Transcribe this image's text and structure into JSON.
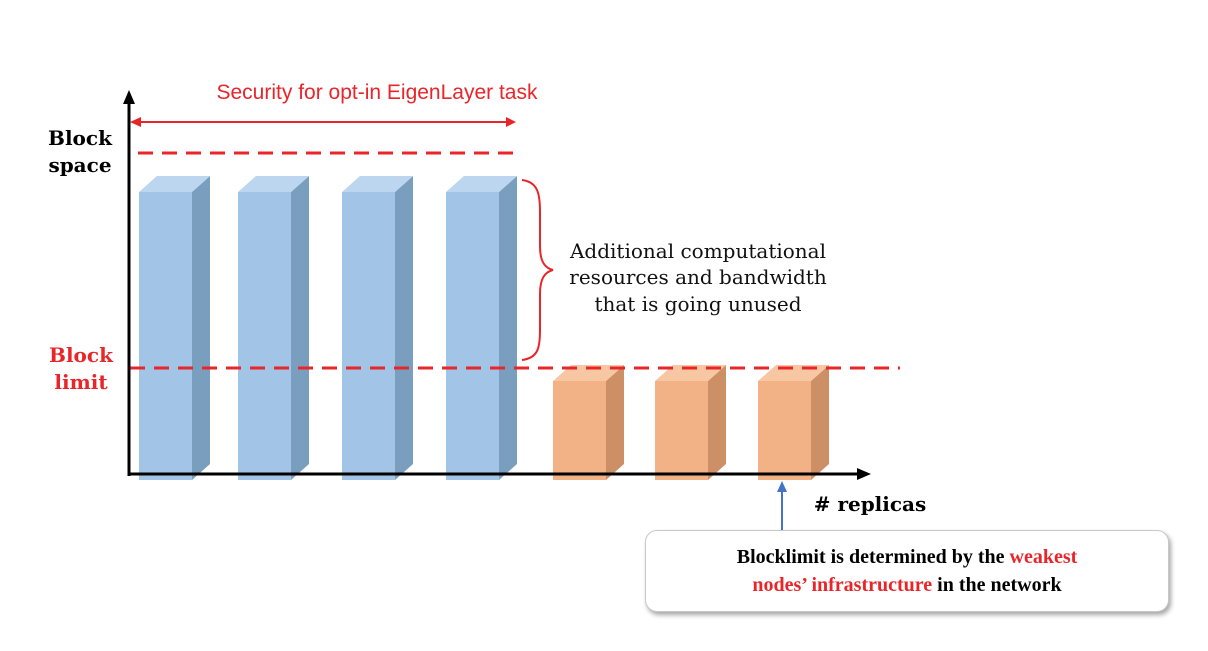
{
  "diagram": {
    "title": "Security for opt-in EigenLayer task",
    "y_axis_label_line1": "Block",
    "y_axis_label_line2": "space",
    "block_limit_line1": "Block",
    "block_limit_line2": "limit",
    "x_axis_label": "# replicas",
    "brace_note_line1": "Additional computational",
    "brace_note_line2": "resources and bandwidth",
    "brace_note_line3": "that is going unused",
    "callout": {
      "text_before": "Blocklimit is determined by the ",
      "highlight_1": "weakest",
      "highlight_2": "nodes’ infrastructure",
      "text_after": " in the network"
    },
    "colors": {
      "strong_node_front": "#a2c4e6",
      "strong_node_top": "#bcd6f0",
      "strong_node_side": "#7a9ebd",
      "weak_node_front": "#f3b286",
      "weak_node_top": "#f7c6a3",
      "weak_node_side": "#cd8f66",
      "accent_red": "#e8262a",
      "axis": "#000000",
      "pointer": "#4472c4"
    },
    "nodes": [
      {
        "kind": "strong",
        "level": 0.96
      },
      {
        "kind": "strong",
        "level": 0.96
      },
      {
        "kind": "strong",
        "level": 0.96
      },
      {
        "kind": "strong",
        "level": 0.96
      },
      {
        "kind": "weak",
        "level": 0.33
      },
      {
        "kind": "weak",
        "level": 0.33
      },
      {
        "kind": "weak",
        "level": 0.33
      }
    ]
  }
}
